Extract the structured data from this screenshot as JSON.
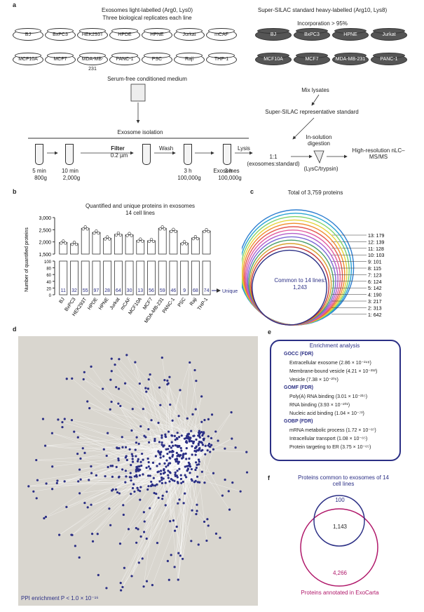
{
  "panels": {
    "a": "a",
    "b": "b",
    "c": "c",
    "d": "d",
    "e": "e",
    "f": "f"
  },
  "panel_a": {
    "left_title": "Exosomes light-labelled (Arg0, Lys0)",
    "left_subtitle": "Three biological replicates each line",
    "right_title": "Super-SILAC standard heavy-labelled (Arg10, Lys8)",
    "right_subtitle": "Incorporation > 95%",
    "left_dishes_row1": [
      "BJ",
      "BxPC3",
      "HEK293T",
      "HPDE",
      "HPNE",
      "Jurkat",
      "mCAF"
    ],
    "left_dishes_row2": [
      "MCF10A",
      "MCF7",
      "MDA-MB-231",
      "PANC-1",
      "PSC",
      "Raji",
      "THP-1"
    ],
    "right_dishes_row1": [
      "BJ",
      "BxPC3",
      "HPNE",
      "Jurkat"
    ],
    "right_dishes_row2": [
      "MCF10A",
      "MCF7",
      "MDA-MB-231",
      "PANC-1"
    ],
    "serum_free": "Serum-free conditioned medium",
    "mix": "Mix lysates",
    "super_silac_std": "Super-SILAC representative standard",
    "exosome_isolation": "Exosome isolation",
    "steps": [
      {
        "t1": "5 min",
        "t2": "800g"
      },
      {
        "t1": "10 min",
        "t2": "2,000g"
      },
      {
        "t1": "Filter",
        "t2": "0.2 µm"
      },
      {
        "t1": "3 h",
        "t2": "100,000g"
      },
      {
        "t1": "3 h",
        "t2": "100,000g"
      }
    ],
    "wash": "Wash",
    "exosomes": "Exosomes",
    "lysis": "Lysis",
    "ratio": "1:1",
    "ratio_sub": "(exosomes:standard)",
    "digestion": "In-solution digestion",
    "lys_c": "(LysC/trypsin)",
    "ms": "High-resolution nLC–MS/MS"
  },
  "chart_data": [
    {
      "type": "bar",
      "title": "Quantified and unique proteins in exosomes",
      "subtitle": "14 cell lines",
      "ylabel": "Number of quantified proteins",
      "ylim": [
        1500,
        3000
      ],
      "yticks": [
        "3,000",
        "2,500",
        "2,000",
        "1,500"
      ],
      "categories": [
        "BJ",
        "BxPC3",
        "HEK293T",
        "HPDE",
        "HPNE",
        "Jurkat",
        "mCAF",
        "MCF10A",
        "MCF7",
        "MDA-MB-231",
        "PANC-1",
        "PSC",
        "Raji",
        "THP-1"
      ],
      "values": [
        1980,
        1930,
        2560,
        2390,
        2150,
        2310,
        2290,
        2060,
        2050,
        2560,
        2460,
        1950,
        2160,
        2450
      ],
      "unique": [
        11,
        32,
        55,
        97,
        28,
        64,
        30,
        13,
        56,
        59,
        46,
        9,
        68,
        74
      ],
      "unique_label": "Unique",
      "lower_ticks": [
        "100",
        "80",
        "60",
        "40",
        "20",
        "0"
      ]
    },
    {
      "type": "nested-circles",
      "title": "Total of 3,759 proteins",
      "center_label": "Common to 14 lines:",
      "center_value": "1,243",
      "levels": [
        {
          "k": "13",
          "n": 179,
          "color": "#2f7fd1"
        },
        {
          "k": "12",
          "n": 139,
          "color": "#27a4d3"
        },
        {
          "k": "11",
          "n": 128,
          "color": "#7fd36a"
        },
        {
          "k": "10",
          "n": 103,
          "color": "#e6d23a"
        },
        {
          "k": "9",
          "n": 101,
          "color": "#f08c2e"
        },
        {
          "k": "8",
          "n": 115,
          "color": "#e45a50"
        },
        {
          "k": "7",
          "n": 123,
          "color": "#e25fa0"
        },
        {
          "k": "6",
          "n": 124,
          "color": "#b65ec9"
        },
        {
          "k": "5",
          "n": 142,
          "color": "#7c6ad6"
        },
        {
          "k": "4",
          "n": 190,
          "color": "#4c9e6a"
        },
        {
          "k": "3",
          "n": 217,
          "color": "#d9a22f"
        },
        {
          "k": "2",
          "n": 313,
          "color": "#c53c3c"
        },
        {
          "k": "1",
          "n": 642,
          "color": "#2b2f85"
        }
      ]
    }
  ],
  "panel_d": {
    "caption": "PPI enrichment P < 1.0 × 10⁻¹⁶"
  },
  "panel_e": {
    "title": "Enrichment analysis",
    "groups": [
      {
        "head": "GOCC (FDR)",
        "items": [
          "Extracellular exosome (2.86 × 10⁻²⁴⁸)",
          "Membrane-bound vesicle (4.21 × 10⁻²¹²)",
          "Vesicle (7.38 × 10⁻²⁰⁶)"
        ]
      },
      {
        "head": "GOMF (FDR)",
        "items": [
          "Poly(A) RNA binding (3.01 × 10⁻²¹⁵)",
          "RNA binding (3.93 × 10⁻²⁰¹)",
          "Nucleic acid binding (1.04 × 10⁻⁷³)"
        ]
      },
      {
        "head": "GOBP (FDR)",
        "items": [
          "mRNA metabolic process (1.72 × 10⁻⁸⁷)",
          "Intracellular transport (1.08 × 10⁻⁶⁵)",
          "Protein targeting to ER (3.75 × 10⁻⁶⁵)"
        ]
      }
    ]
  },
  "panel_f": {
    "title": "Proteins common to exosomes of 14 cell lines",
    "only_common": "100",
    "overlap": "1,143",
    "only_exocarta": "4,266",
    "exocarta_label": "Proteins annotated in ExoCarta",
    "colors": {
      "common": "#2b2f85",
      "exocarta": "#b0186a"
    }
  }
}
